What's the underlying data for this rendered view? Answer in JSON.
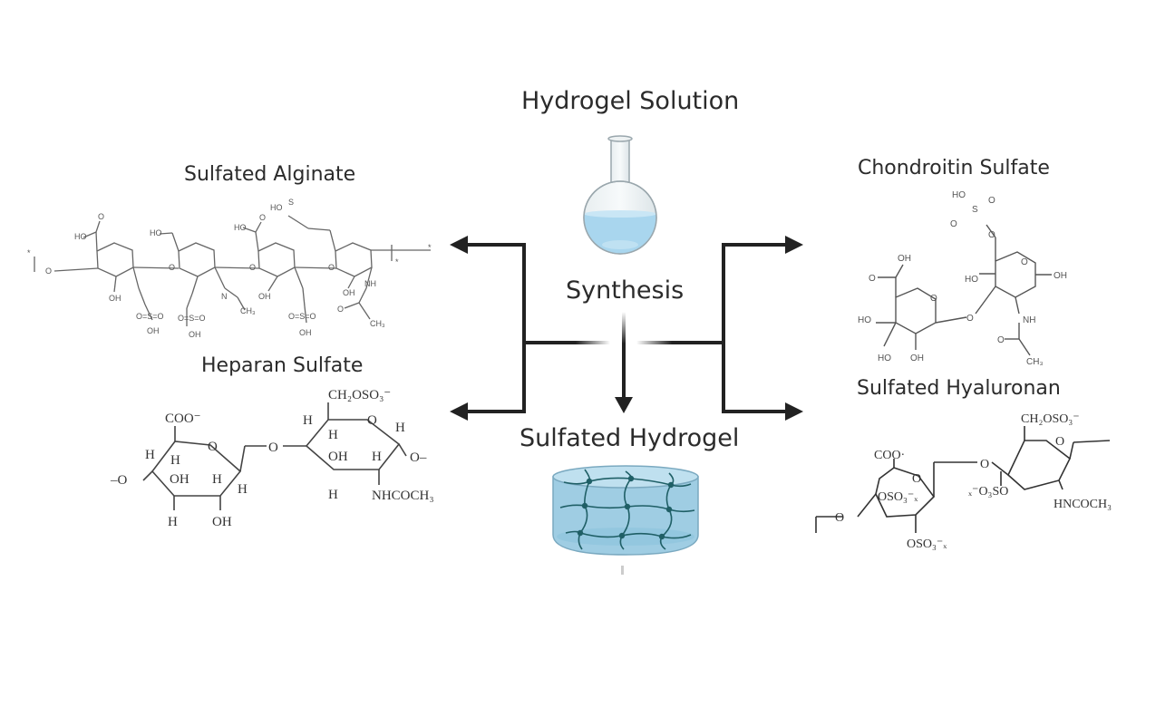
{
  "center": {
    "top_label": "Hydrogel Solution",
    "process_label": "Synthesis",
    "bottom_label": "Sulfated Hydrogel"
  },
  "left": {
    "top_label": "Sulfated Alginate",
    "bottom_label": "Heparan Sulfate"
  },
  "right": {
    "top_label": "Chondroitin Sulfate",
    "bottom_label": "Sulfated Hyaluronan"
  },
  "chem": {
    "heparan": {
      "coo": "COO⁻",
      "ch2oso3": "CH₂OSO₃⁻",
      "nhcoch3": "NHCOCH₃",
      "oh": "OH",
      "h": "H",
      "o": "O",
      "o_link_left": "–O",
      "o_link_right": "O–"
    },
    "hyaluronan": {
      "coo": "COO·",
      "ch2oso3": "CH₂OSO₃⁻",
      "oso3x": "OSO₃⁻ₓ",
      "xo3so": "ₓ⁻O₃SO",
      "hncoch3": "HNCOCH₃",
      "o": "O"
    },
    "chondroitin": {
      "oh": "OH",
      "ho": "HO",
      "o": "O",
      "s": "S",
      "nh": "NH",
      "ch3": "CH₃",
      "hoiii": "HO "
    },
    "alginate": {
      "ho": "HO",
      "oh": "OH",
      "o": "O",
      "s": "S",
      "nh": "NH",
      "ch3": "CH₃",
      "star": "*"
    }
  },
  "colors": {
    "arrow": "#222222",
    "flask_liquid": "#a9d6ee",
    "hydrogel_body": "#9fcde3",
    "hydrogel_network": "#1f5f66"
  }
}
